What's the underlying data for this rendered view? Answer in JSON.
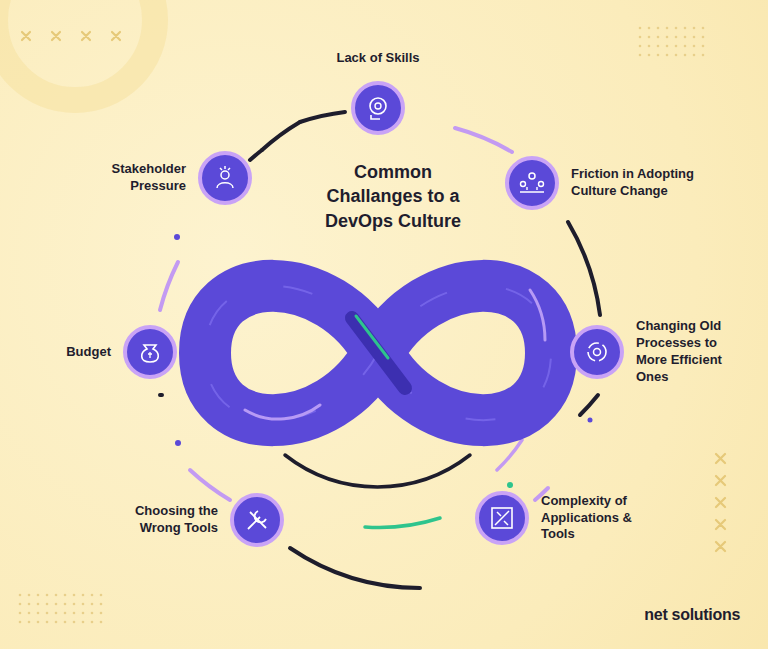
{
  "diagram": {
    "title": "Common Challanges to a DevOps Culture",
    "nodes": [
      {
        "text": [
          "Lack of Skills"
        ]
      },
      {
        "text": [
          "Friction in Adopting Culture Change"
        ]
      },
      {
        "text": [
          "Changing Old Processes to More Efficient Ones"
        ]
      },
      {
        "text": [
          "Complexity of Applications & Tools"
        ]
      },
      {
        "text": [
          "Choosing the Wrong Tools"
        ]
      },
      {
        "text": [
          "Budget"
        ]
      },
      {
        "text": [
          "Stakeholder Pressure"
        ]
      }
    ],
    "labels": [
      "net solutions"
    ]
  }
}
